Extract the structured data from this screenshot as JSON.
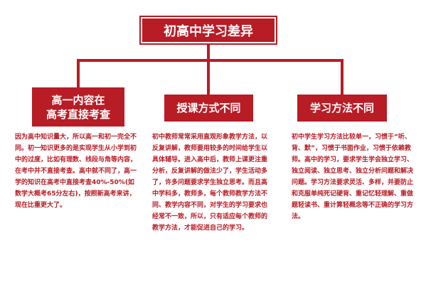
{
  "title": "初高中学习差异",
  "categories": [
    {
      "label_lines": [
        "高一内容在",
        "高考直接考查"
      ],
      "description": "因为高中知识量大，所以高一和初一完全不同。初一知识更多的是实现学生从小学到初中的过度，比如有理数、线段与角等内容，在考中并不直接考查。高中就不同了，高一学的知识在高考中直接考查40%-50%(如数学大概考65分左右)，按照新高考来讲，现在比重更大了。"
    },
    {
      "label_lines": [
        "授课方式不同"
      ],
      "description": "初中教师常常采用直观形象教学方法，以反复讲解，教师要用较多的时间给学生以具体辅导。进入高中后，教师上课更注重分析，反复讲解的做法少了，学生活动多了，许多问题要求学生独立思考。而且高中学科多，教师多，每个教师教学方法不同、教学内容不同，对学生的学习要求也经常不一致，所以，只有适应每个教师的教学方法，才能促进自己的学习。"
    },
    {
      "label_lines": [
        "学习方法不同"
      ],
      "description": "初中学生学习方法比较单一，习惯于“听、背、默”，习惯于书面作业，习惯于依赖教师。高中的学习，要求学生学会独立学习、独立阅读、独立思考、独立分析问题和解决问题。学习方法要求灵活、多样，并要防止和克服单纯死记硬背、重记忆轻理解、重做题轻读书、重计算轻概念等不正确的学习方法。"
    }
  ],
  "colors": {
    "accent": "#b81c25",
    "text_on_accent": "#ffffff"
  }
}
